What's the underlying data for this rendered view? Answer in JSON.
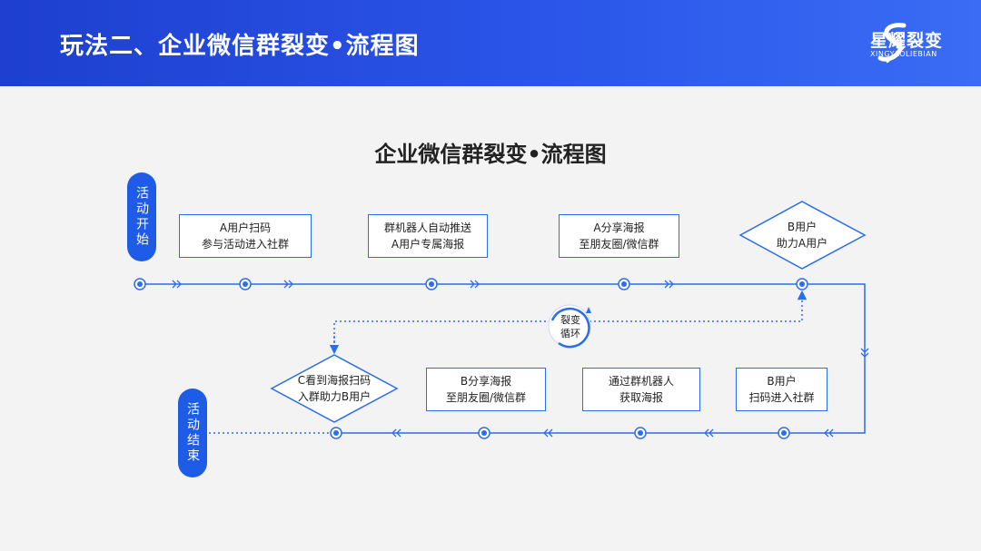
{
  "header": {
    "title": "玩法二、企业微信群裂变•流程图"
  },
  "logo": {
    "name": "星耀裂变",
    "sub": "XINGYAOLIEBIAN"
  },
  "diagram": {
    "title": "企业微信群裂变•流程图",
    "start": "活动开始",
    "end": "活动结束",
    "loop": [
      "裂变",
      "循环"
    ],
    "top_steps": [
      {
        "lines": [
          "A用户扫码",
          "参与活动进入社群"
        ]
      },
      {
        "lines": [
          "群机器人自动推送",
          "A用户专属海报"
        ]
      },
      {
        "lines": [
          "A分享海报",
          "至朋友圈/微信群"
        ]
      },
      {
        "lines": [
          "B用户",
          "助力A用户"
        ]
      }
    ],
    "bottom_steps": [
      {
        "lines": [
          "B用户",
          "扫码进入社群"
        ]
      },
      {
        "lines": [
          "通过群机器人",
          "获取海报"
        ]
      },
      {
        "lines": [
          "B分享海报",
          "至朋友圈/微信群"
        ]
      },
      {
        "lines": [
          "C看到海报扫码",
          "入群助力B用户"
        ]
      }
    ]
  },
  "colors": {
    "brand": "#2a55e8",
    "line": "#2b6df0",
    "pill": "#1e5be6"
  }
}
